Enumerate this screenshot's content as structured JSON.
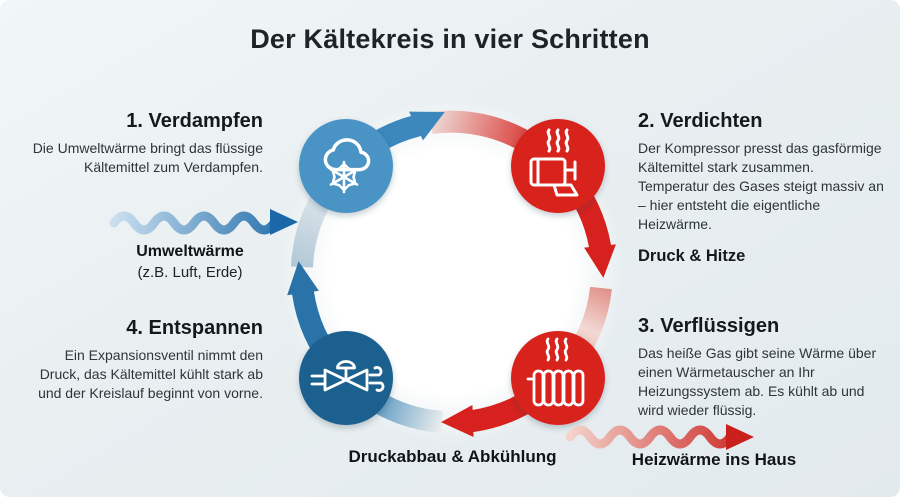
{
  "title": "Der Kältekreis in vier Schritten",
  "steps": [
    {
      "heading": "1. Verdampfen",
      "body": "Die Umweltwärme bringt das flüssige Kältemittel zum Verdampfen."
    },
    {
      "heading": "2. Verdichten",
      "body": "Der Kompressor presst das gasförmige Kältemittel stark zusammen. Temperatur des Gases steigt massiv an – hier entsteht die eigentliche Heizwärme."
    },
    {
      "heading": "3. Verflüssigen",
      "body": "Das heiße Gas gibt seine Wärme über einen Wärmetauscher an Ihr Heizungssystem ab. Es kühlt ab und wird wieder flüssig."
    },
    {
      "heading": "4. Entspannen",
      "body": "Ein Expansionsventil nimmt den Druck, das Kältemittel kühlt stark ab und der Kreislauf beginnt von vorne."
    }
  ],
  "labels": {
    "umwelt_title": "Umweltwärme",
    "umwelt_sub": "(z.B. Luft, Erde)",
    "druck_hitze": "Druck & Hitze",
    "druckabbau": "Druckabbau & Abkühlung",
    "heizwaerme": "Heizwärme ins Haus"
  },
  "icons": {
    "evaporate": "cloud-snowflake-icon",
    "compress": "compressor-icon",
    "condense": "radiator-icon",
    "expand": "expansion-valve-icon",
    "ambient_heat": "wavy-arrow-blue-icon",
    "house_heat": "wavy-arrow-red-icon"
  },
  "colors": {
    "badge_blue_light": "#4a93c5",
    "badge_blue_dark": "#1c608f",
    "badge_red": "#d8201f",
    "arrow_blue": "#3c87bc",
    "arrow_blue_dark": "#2973a8",
    "arrow_red": "#d6211e",
    "background": "#e9eff1"
  }
}
